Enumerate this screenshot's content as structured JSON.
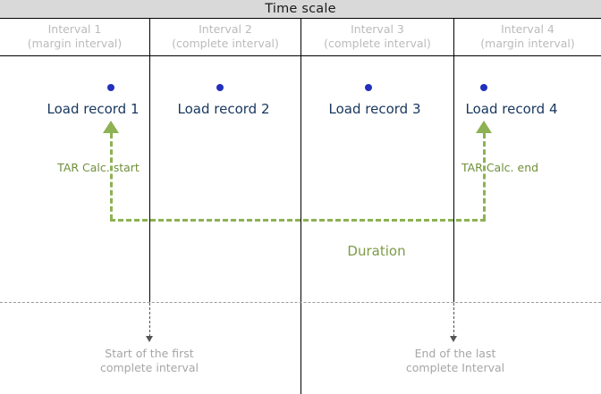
{
  "header": {
    "title": "Time scale",
    "title_bar_color": "#d9d9d9"
  },
  "intervals": [
    {
      "name": "Interval  1",
      "type": "(margin interval)"
    },
    {
      "name": "Interval  2",
      "type": "(complete interval)"
    },
    {
      "name": "Interval  3",
      "type": "(complete interval)"
    },
    {
      "name": "Interval  4",
      "type": "(margin interval)"
    }
  ],
  "records": [
    {
      "label": "Load record 1"
    },
    {
      "label": "Load record 2"
    },
    {
      "label": "Load record 3"
    },
    {
      "label": "Load record 4"
    }
  ],
  "annotations": {
    "tar_start": "TAR Calc. start",
    "tar_end": "TAR Calc. end",
    "duration": "Duration",
    "first_complete": {
      "line1": "Start of the first",
      "line2": "complete interval"
    },
    "last_complete": {
      "line1": "End of the last",
      "line2": "complete Interval"
    }
  },
  "colors": {
    "record_text": "#17365d",
    "record_dot": "#2330bb",
    "green_accent": "#8db153",
    "green_text": "#6f8f3a",
    "duration_text": "#7d9b46",
    "interval_header_text": "#bbbbbb",
    "bottom_label_text": "#a6a6a6",
    "grid_line": "#000000"
  }
}
